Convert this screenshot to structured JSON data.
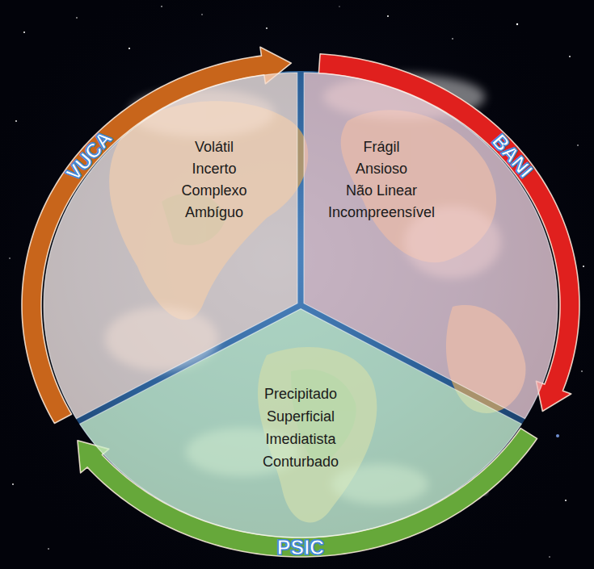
{
  "diagram": {
    "nodes": [
      {
        "text": [
          "VUCA",
          "Volátil",
          "Incerto",
          "Complexo",
          "Ambíguo"
        ]
      },
      {
        "text": [
          "BANI",
          "Frágil",
          "Ansioso",
          "Não Linear",
          "Incompreensível"
        ]
      },
      {
        "text": [
          "PSIC",
          "Precipitado",
          "Superficial",
          "Imediatista",
          "Conturbado"
        ]
      }
    ],
    "edges": [
      {
        "from": 0,
        "to": 1,
        "arrow": "to"
      },
      {
        "from": 1,
        "to": 2,
        "arrow": "to"
      },
      {
        "from": 2,
        "to": 0,
        "arrow": "to"
      }
    ]
  }
}
